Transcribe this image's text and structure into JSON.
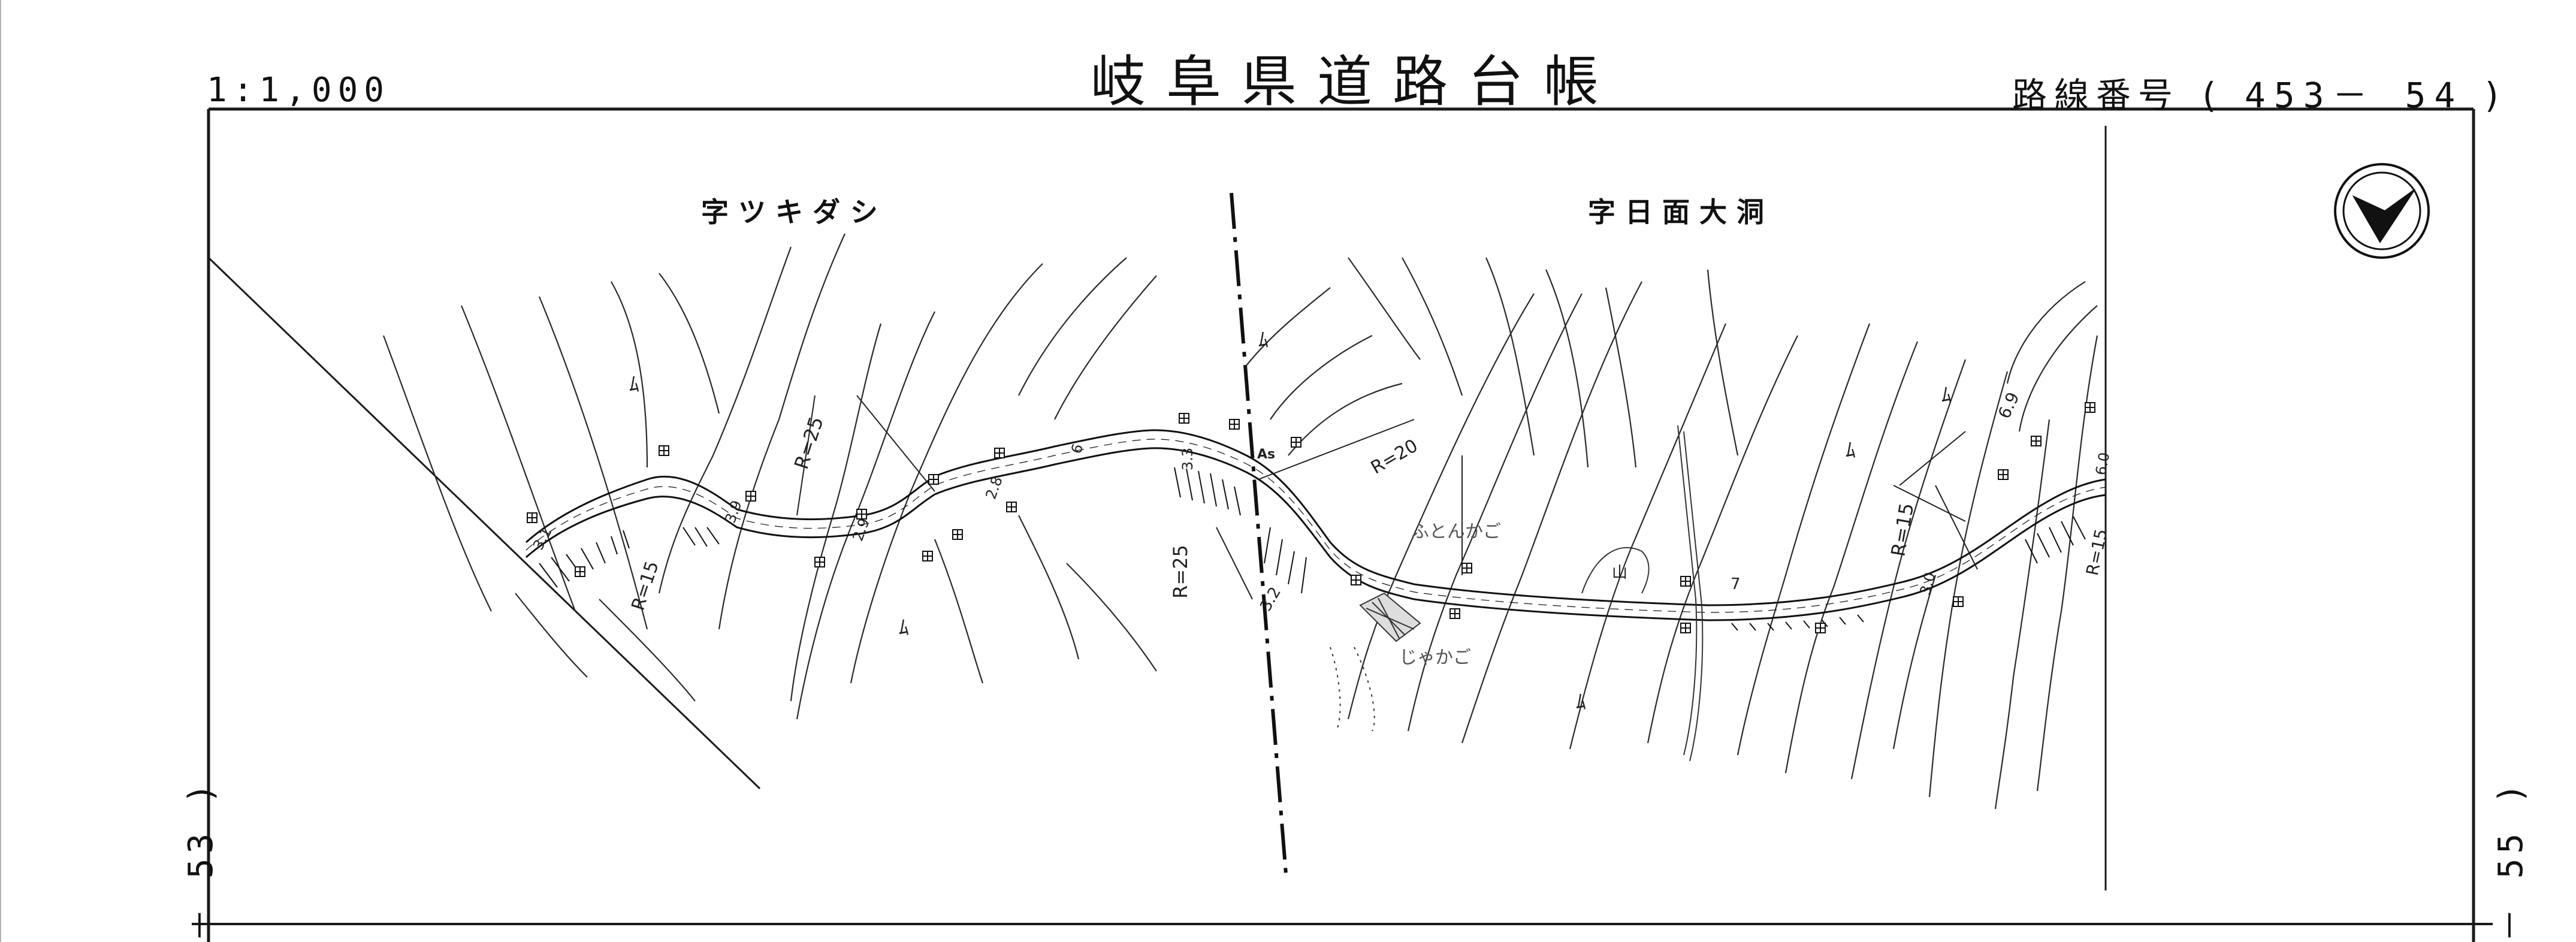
{
  "header": {
    "scale": "1:1,000",
    "title": "岐阜県道路台帳",
    "route_label": "路線番号",
    "route_number": "453－ 54",
    "paren_open": "(",
    "paren_close": ")"
  },
  "places": {
    "left": "字ツキダシ",
    "right": "字日面大洞"
  },
  "adjacent_sheets": {
    "left": "－ 53 )",
    "right": "－ 55 )"
  },
  "road_annotations": {
    "curve_r25_a": "R=25",
    "curve_r15_a": "R=15",
    "curve_r25_b": "R=25",
    "curve_r20": "R=20",
    "curve_r15_b": "R=15",
    "curve_r15_c": "R=15",
    "width_31": "3.1",
    "width_39": "3.9",
    "width_29": "2.9",
    "width_28": "2.8",
    "width_6": "6",
    "width_33": "3.3",
    "width_32": "3.2",
    "width_7": "7",
    "width_30": "3.0",
    "width_60": "6.0",
    "width_69": "6.9",
    "pavement": "As",
    "futonkago": "ふとんかご",
    "jyakago": "じゃかご",
    "vegetation_a": "ﾑ",
    "vegetation_b": "ﾑ",
    "vegetation_c": "ﾑ",
    "vegetation_d": "ﾑ",
    "vegetation_e": "ﾑ",
    "vegetation_f": "ﾑ",
    "field_mark": "山"
  },
  "colors": {
    "ink": "#111111",
    "line": "#1a1a1a",
    "paper": "#ffffff",
    "muted": "#555555"
  },
  "icons": {
    "north_arrow": "north-arrow-icon",
    "survey_marker": "boundary-marker-icon"
  }
}
